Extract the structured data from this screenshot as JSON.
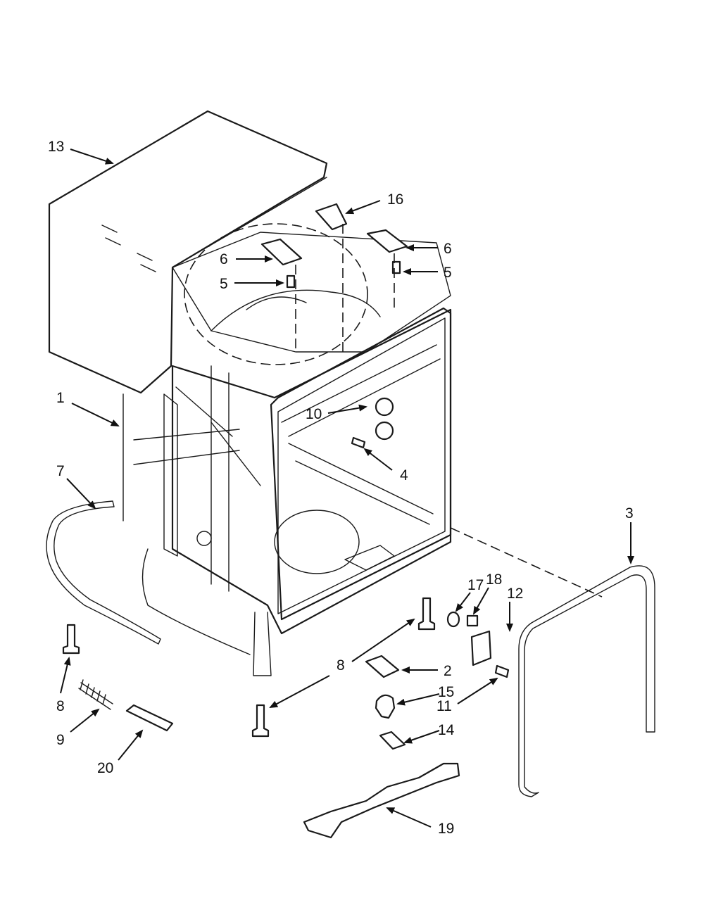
{
  "diagram": {
    "callouts": [
      "13",
      "16",
      "6",
      "5",
      "6",
      "5",
      "1",
      "10",
      "4",
      "7",
      "3",
      "17",
      "18",
      "12",
      "8",
      "8",
      "2",
      "15",
      "11",
      "14",
      "9",
      "20",
      "19"
    ],
    "colors": {
      "ink": "#1a1a1a",
      "background": "#ffffff"
    }
  }
}
